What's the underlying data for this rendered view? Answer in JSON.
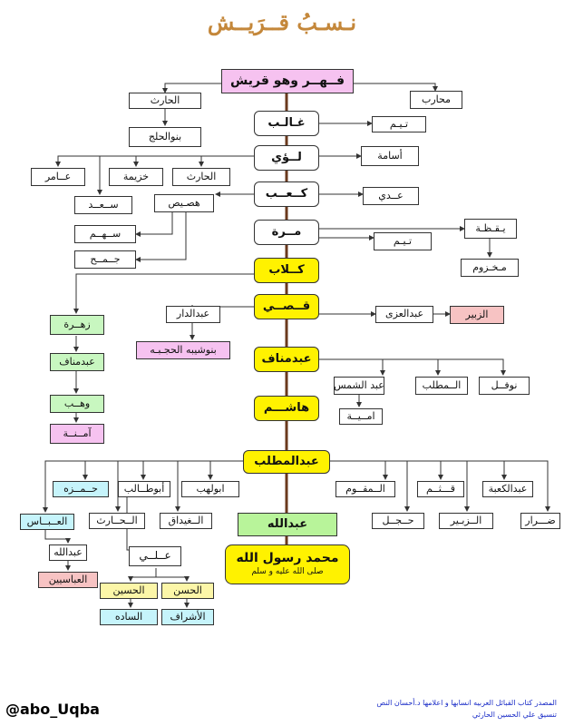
{
  "title": "نـسـبُ قــرَيــش",
  "handle": "@abo_Uqba",
  "source_line1": "المصدر كتاب القبائل العربيه انسابها و اعلامها د.أحسان النص",
  "source_line2": "تنسيق علي الحسين الحارثي",
  "nodes": {
    "fihr": "فــهــر وهو قريش",
    "harith1": "الحارث",
    "muharib": "محارب",
    "banu_alhalj": "بنوالحلج",
    "ghalib": "غـالـب",
    "taym1": "تـيـم",
    "luay": "لــؤي",
    "usama": "أسامة",
    "amir": "عــامر",
    "khuzayma": "خزيمة",
    "harith2": "الحارث",
    "saad": "ســعــد",
    "kaab": "كــعــب",
    "adi": "عــدي",
    "husays": "هصـيص",
    "sahm": "ســهــم",
    "jumah": "جــمــح",
    "murra": "مــرة",
    "yaqaza": "يـقـظـة",
    "taym2": "تـيـم",
    "makhzum": "مـخـزوم",
    "kilab": "كــلاب",
    "zuhra": "زهــرة",
    "abdmanaf1": "عبدمناف",
    "wahb": "وهــب",
    "amina": "آمــنــة",
    "qusay": "قــصــي",
    "abdaldar": "عبدالدار",
    "banushayba": "بنوشيبه الحجـبـه",
    "abdaluzza": "عبدالعزى",
    "zubayr1": "الزبير",
    "abdmanaf": "عبدمناف",
    "abdshams": "عبد الشمس",
    "muttalib": "الــمطلب",
    "nawfal": "نوفــل",
    "umayya": "امــيــة",
    "hashim": "هاشـــم",
    "abdalmuttalib": "عبدالمطلب",
    "hamza": "حــمــزه",
    "abutalib": "أبوطــالب",
    "abulahab": "ابولهب",
    "almuqawwim": "الــمقــوم",
    "qutham": "قـــثــم",
    "abdalkaaba": "عبدالكعبة",
    "abbas": "العــبــاس",
    "harith3": "الــحــارث",
    "ghaydaq": "الــغيداق",
    "abdullah": "عبدالله",
    "hajl": "حــجــل",
    "zubayr2": "الــزبـير",
    "dirar": "ضـــرار",
    "abdullah_abbas": "عبدالله",
    "abbasiyyin": "العباسيين",
    "ali": "عــلــي",
    "muhammad": "محمد رسول الله",
    "salla": "صلى الله عليه و سلم",
    "husayn": "الحسين",
    "hasan": "الحسن",
    "sada": "الساده",
    "ashraf": "الأشراف"
  }
}
